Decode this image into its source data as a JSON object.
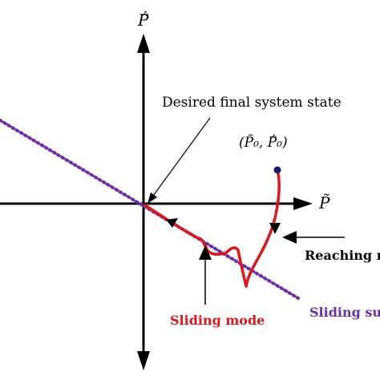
{
  "axes": {
    "y_label": "Ṗ̃",
    "x_label": "P̃"
  },
  "labels": {
    "desired_state": "Desired final system state",
    "initial_point": "(P̃₀, Ṗ̃₀)",
    "reaching_mode": "Reaching m",
    "sliding_mode": "Sliding mode",
    "sliding_surface": "Sliding su"
  },
  "colors": {
    "trajectory": "#e0141b",
    "sliding_surface": "#6b2fa8",
    "sliding_mode_text": "#e0141b",
    "sliding_surface_text": "#6b2fa8",
    "initial_point": "#1a1a6b",
    "axes": "#000000"
  }
}
